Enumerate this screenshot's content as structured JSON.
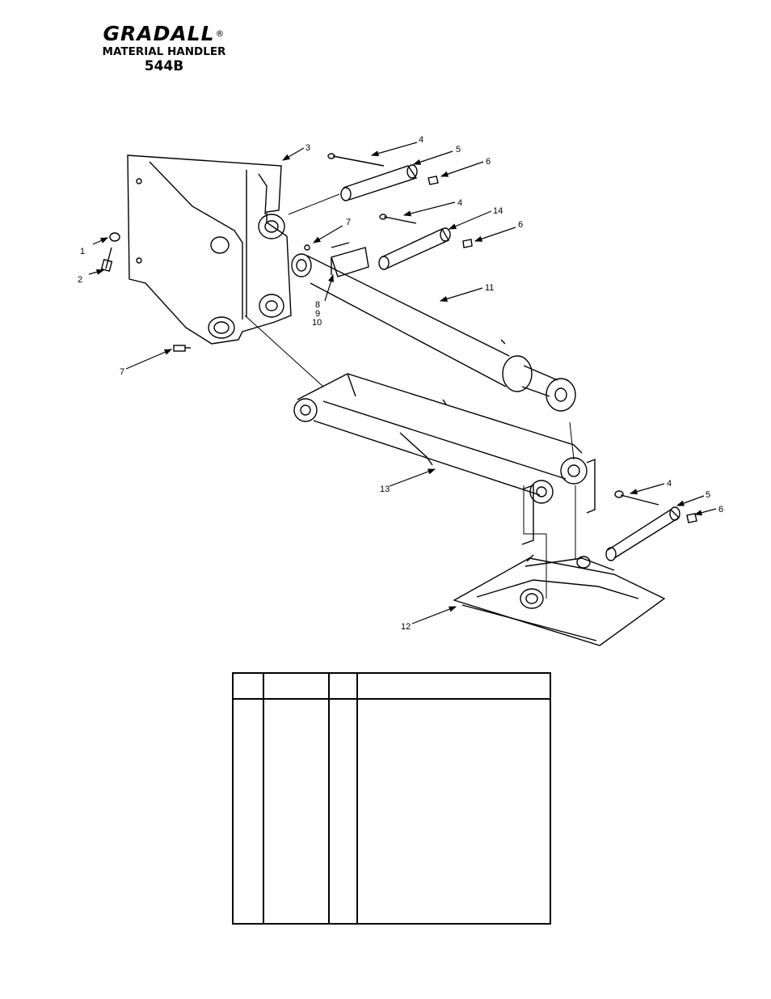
{
  "header": {
    "brand": "GRADALL",
    "registered_mark": "®",
    "subtitle": "MATERIAL HANDLER",
    "model": "544B"
  },
  "callouts": [
    {
      "id": "c1",
      "label": "1"
    },
    {
      "id": "c2",
      "label": "2"
    },
    {
      "id": "c3",
      "label": "3"
    },
    {
      "id": "c4a",
      "label": "4"
    },
    {
      "id": "c5a",
      "label": "5"
    },
    {
      "id": "c6a",
      "label": "6"
    },
    {
      "id": "c4b",
      "label": "4"
    },
    {
      "id": "c14",
      "label": "14"
    },
    {
      "id": "c6b",
      "label": "6"
    },
    {
      "id": "c7a",
      "label": "7"
    },
    {
      "id": "c8",
      "label": "8"
    },
    {
      "id": "c9",
      "label": "9"
    },
    {
      "id": "c10",
      "label": "10"
    },
    {
      "id": "c11",
      "label": "11"
    },
    {
      "id": "c7b",
      "label": "7"
    },
    {
      "id": "c13",
      "label": "13"
    },
    {
      "id": "c4c",
      "label": "4"
    },
    {
      "id": "c5b",
      "label": "5"
    },
    {
      "id": "c6c",
      "label": "6"
    },
    {
      "id": "c12",
      "label": "12"
    }
  ]
}
